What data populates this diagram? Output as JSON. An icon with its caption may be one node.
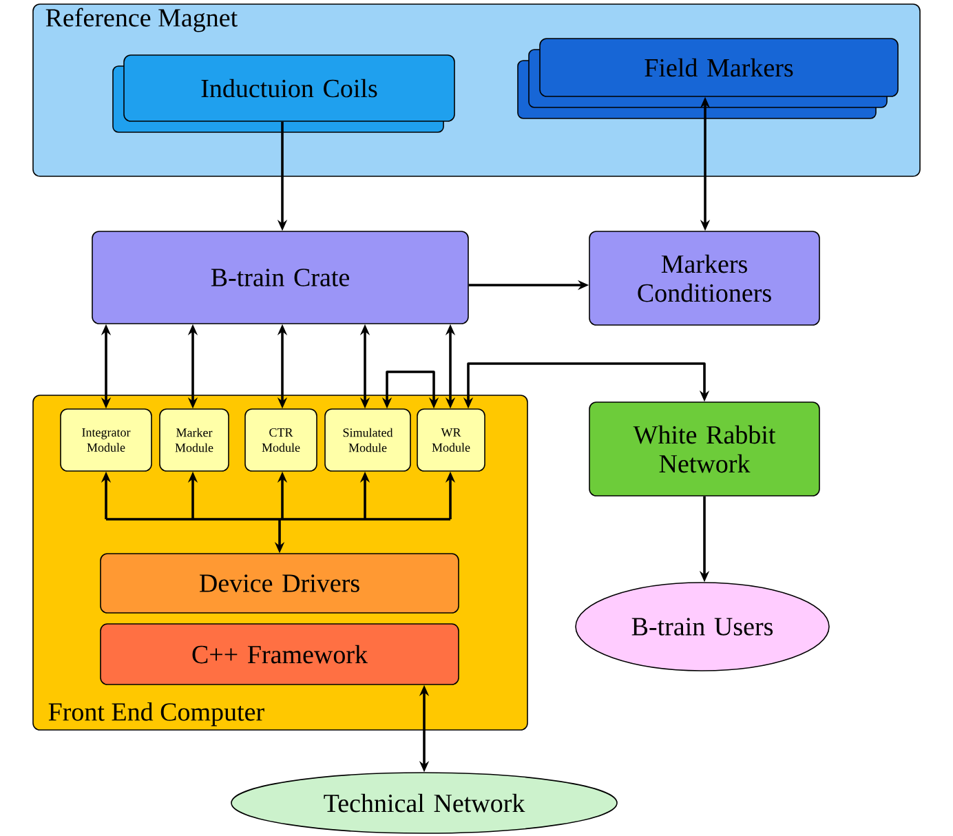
{
  "diagram": {
    "nodes": [
      {
        "text": [
          "Reference Magnet"
        ]
      },
      {
        "text": [
          "Inductuion Coils"
        ],
        "in": 0
      },
      {
        "text": [
          "Field Markers"
        ],
        "in": 0
      },
      {
        "text": [
          "B-train Crate"
        ]
      },
      {
        "text": [
          "Markers Conditioners"
        ]
      },
      {
        "text": [
          "Front End Computer"
        ]
      },
      {
        "text": [
          "Integrator Module"
        ],
        "in": 5
      },
      {
        "text": [
          "Marker Module"
        ],
        "in": 5
      },
      {
        "text": [
          "CTR Module"
        ],
        "in": 5
      },
      {
        "text": [
          "Simulated Module"
        ],
        "in": 5
      },
      {
        "text": [
          "WR Module"
        ],
        "in": 5
      },
      {
        "text": [
          "Device Drivers"
        ],
        "in": 5
      },
      {
        "text": [
          "C++ Framework"
        ],
        "in": 5
      },
      {
        "text": [
          "White Rabbit Network"
        ]
      },
      {
        "text": [
          "B-train Users"
        ]
      },
      {
        "text": [
          "Technical Network"
        ]
      }
    ],
    "edges": [
      {
        "from": 1,
        "to": 3,
        "arrow": "to"
      },
      {
        "from": 2,
        "to": 4,
        "arrow": "both"
      },
      {
        "from": 3,
        "to": 4,
        "arrow": "to"
      },
      {
        "from": 3,
        "to": 6,
        "arrow": "both"
      },
      {
        "from": 3,
        "to": 7,
        "arrow": "both"
      },
      {
        "from": 3,
        "to": 8,
        "arrow": "both"
      },
      {
        "from": 3,
        "to": 9,
        "arrow": "both"
      },
      {
        "from": 3,
        "to": 10,
        "arrow": "both"
      },
      {
        "from": 9,
        "to": 10,
        "arrow": "both"
      },
      {
        "from": 10,
        "to": 13,
        "arrow": "both"
      },
      {
        "from": 11,
        "to": 6,
        "arrow": "both"
      },
      {
        "from": 11,
        "to": 7,
        "arrow": "both"
      },
      {
        "from": 11,
        "to": 8,
        "arrow": "both"
      },
      {
        "from": 11,
        "to": 9,
        "arrow": "both"
      },
      {
        "from": 11,
        "to": 10,
        "arrow": "both"
      },
      {
        "from": 13,
        "to": 14,
        "arrow": "to"
      },
      {
        "from": 12,
        "to": 15,
        "arrow": "both"
      }
    ]
  }
}
